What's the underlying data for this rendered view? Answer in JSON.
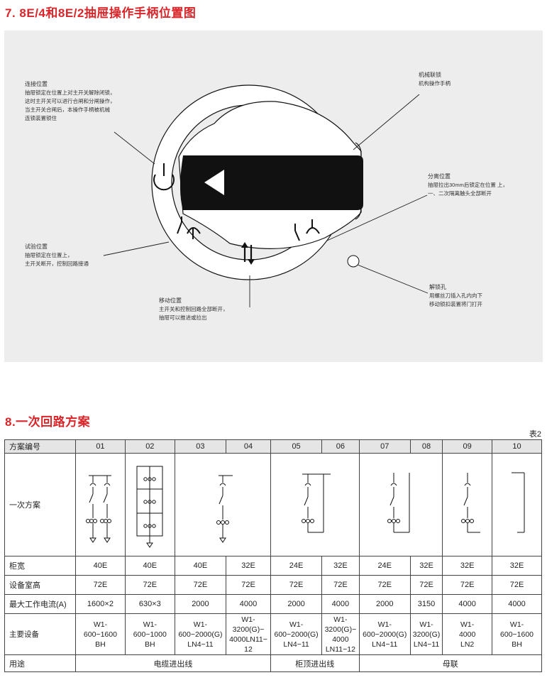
{
  "section7_title": "7. 8E/4和8E/2抽屉操作手柄位置图",
  "labels": {
    "connect_title": "连接位置",
    "connect_l1": "抽屉锁定在位置上对主开关解除闭锁，",
    "connect_l2": "这时主开关可以进行合闸和分闸操作，",
    "connect_l3": "当主开关合闸后，本操作手柄被机械",
    "connect_l4": "连锁装置锁住",
    "mech_title": "机械联锁",
    "mech_l1": "机构操作手柄",
    "sep_title": "分离位置",
    "sep_l1": "抽屉拉出30mm后锁定在位置 上，",
    "sep_l2": "一、二次隔离触头全部断开",
    "test_title": "试验位置",
    "test_l1": "抽屉锁定在位置上，",
    "test_l2": "主开关断开，控制回路接通",
    "move_title": "移动位置",
    "move_l1": "主开关和控制回路全部断开，",
    "move_l2": "抽屉可以推进或拉出",
    "unlock_title": "解锁孔",
    "unlock_l1": "用螺丝刀插入孔内向下",
    "unlock_l2": "移动锁扣装置将门打开"
  },
  "section8_title": "8.一次回路方案",
  "table_note": "表2",
  "table": {
    "hdr_label": "方案编号",
    "scheme_numbers": [
      "01",
      "02",
      "03",
      "04",
      "05",
      "06",
      "07",
      "08",
      "09",
      "10"
    ],
    "scheme_label": "一次方案",
    "width_label": "柜宽",
    "widths": [
      "40E",
      "40E",
      "40E",
      "32E",
      "24E",
      "32E",
      "24E",
      "32E",
      "32E",
      "32E"
    ],
    "height_label": "设备室高",
    "heights": [
      "72E",
      "72E",
      "72E",
      "72E",
      "72E",
      "72E",
      "72E",
      "72E",
      "72E",
      "72E"
    ],
    "current_label": "最大工作电流(A)",
    "currents": [
      "1600×2",
      "630×3",
      "2000",
      "4000",
      "2000",
      "4000",
      "2000",
      "3150",
      "4000",
      "4000"
    ],
    "device_label": "主要设备",
    "devices": [
      [
        "W1-",
        "600−1600",
        "BH"
      ],
      [
        "W1-",
        "600−1000",
        "BH"
      ],
      [
        "W1-",
        "600−2000(G)",
        "LN4−11"
      ],
      [
        "W1-",
        "3200(G)−",
        "4000LN11−",
        "12"
      ],
      [
        "W1-",
        "600−2000(G)",
        "LN4−11"
      ],
      [
        "W1-",
        "3200(G)−",
        "4000",
        "LN11−12"
      ],
      [
        "W1-",
        "600−2000(G)",
        "LN4−11"
      ],
      [
        "W1-",
        "3200(G)",
        "LN4−11"
      ],
      [
        "W1-",
        "4000",
        "LN2"
      ],
      [
        "W1-",
        "600−1600",
        "BH"
      ]
    ],
    "use_label": "用途",
    "uses": [
      "电缆进出线",
      "柜顶进出线",
      "母联"
    ]
  }
}
